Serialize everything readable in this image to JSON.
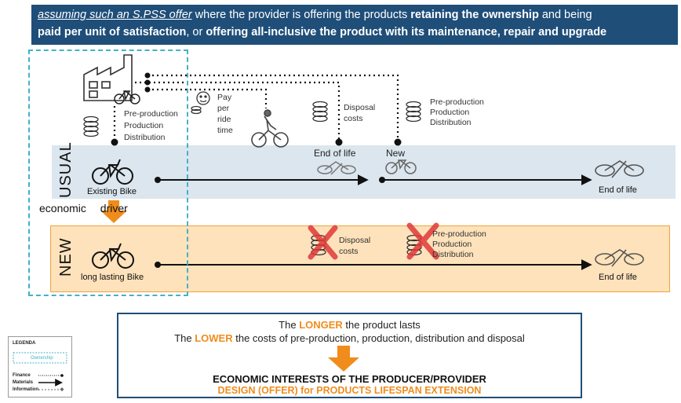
{
  "banner": {
    "part1": "assuming such an S.PSS offer",
    "part2": " where the provider is offering the products ",
    "part3": "retaining the ownership",
    "part4": " and being ",
    "part5": "paid per unit of satisfaction",
    "part6": ", or ",
    "part7": "offering all-inclusive the product with its maintenance, repair and upgrade"
  },
  "top": {
    "pre_production": "Pre-production",
    "production": "Production",
    "distribution": "Distribution",
    "pay": "Pay",
    "per": "per",
    "ride": "ride",
    "time": "time",
    "disposal": "Disposal",
    "costs": "costs",
    "pre_production2": "Pre-production",
    "production2": "Production",
    "distribution2": "Distribution"
  },
  "usual": {
    "row_label": "USUAL",
    "bike_label": "Existing Bike",
    "end_of_life_mid": "End of life",
    "new_label": "New",
    "end_of_life": "End of life"
  },
  "economic_driver": "economic driver",
  "new_row": {
    "row_label": "NEW",
    "bike_label": "long lasting Bike",
    "disposal": "Disposal",
    "costs": "costs",
    "pre_production": "Pre-production",
    "production": "Production",
    "distribution": "Distribution",
    "end_of_life": "End of life"
  },
  "conclusion": {
    "line1_a": "The ",
    "line1_b": "LONGER",
    "line1_c": " the product lasts",
    "line2_a": "The ",
    "line2_b": "LOWER",
    "line2_c": " the costs of pre-production, production, distribution and disposal",
    "line3": "ECONOMIC INTERESTS OF THE PRODUCER/PROVIDER",
    "line4": "DESIGN (OFFER) for PRODUCTS LIFESPAN EXTENSION"
  },
  "legend": {
    "title": "LEGENDA",
    "ownership": "Ownership",
    "finance": "Finance",
    "materials": "Materials",
    "information": "Information"
  },
  "colors": {
    "banner": "#1f4e79",
    "usual_band": "#dbe6ee",
    "new_band": "#fde2bb",
    "orange": "#f08c1c",
    "ownership": "#46b1c9",
    "cross": "#e03a3a"
  }
}
